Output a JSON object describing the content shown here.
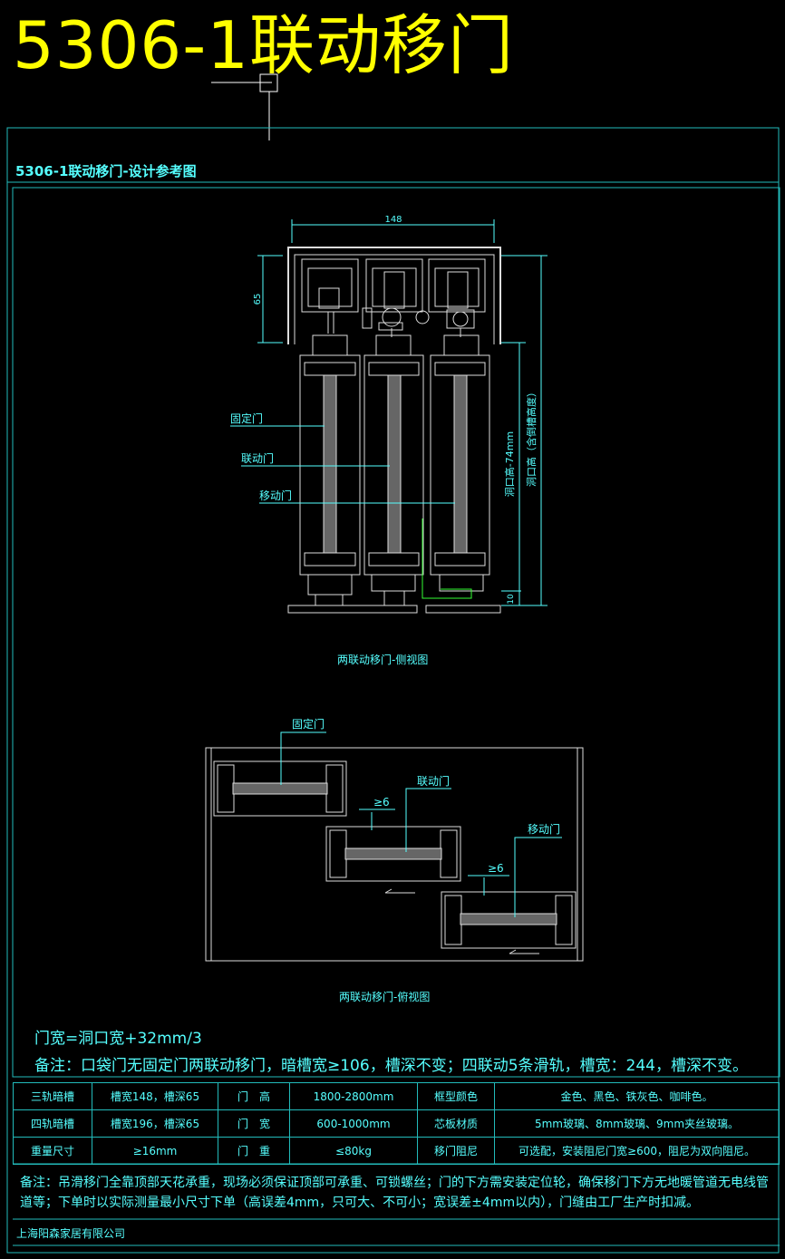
{
  "title": "5306-1联动移门",
  "subtitle": "5306-1联动移门-设计参考图",
  "side_view": {
    "caption": "两联动移门-侧视图",
    "dim_width": "148",
    "dim_65": "65",
    "dim_10": "10",
    "dim_opening_minus": "洞口高-74mm",
    "dim_opening": "洞口高（含倒槽高度）",
    "label_fixed": "固定门",
    "label_linked": "联动门",
    "label_moving": "移动门"
  },
  "top_view": {
    "caption": "两联动移门-俯视图",
    "label_fixed": "固定门",
    "label_linked": "联动门",
    "label_moving": "移动门",
    "gap1": "≥6",
    "gap2": "≥6"
  },
  "formula": "门宽=洞口宽+32mm/3",
  "note1": "备注：口袋门无固定门两联动移门，暗槽宽≥106，槽深不变；四联动5条滑轨，槽宽：244，槽深不变。",
  "spec_table": [
    [
      "三轨暗槽",
      "槽宽148，槽深65",
      "门　高",
      "1800-2800mm",
      "框型颜色",
      "金色、黑色、铁灰色、咖啡色。"
    ],
    [
      "四轨暗槽",
      "槽宽196，槽深65",
      "门　宽",
      "600-1000mm",
      "芯板材质",
      "5mm玻璃、8mm玻璃、9mm夹丝玻璃。"
    ],
    [
      "重量尺寸",
      "≥16mm",
      "门　重",
      "≤80kg",
      "移门阻尼",
      "可选配，安装阻尼门宽≥600，阻尼为双向阻尼。"
    ]
  ],
  "note2": "备注：吊滑移门全靠顶部天花承重，现场必须保证顶部可承重、可锁螺丝；门的下方需安装定位轮，确保移门下方无地暖管道无电线管道等；下单时以实际测量最小尺寸下单（高误差4mm，只可大、不可小；宽误差±4mm以内），门缝由工厂生产时扣减。",
  "company": "上海阳森家居有限公司",
  "colors": {
    "title": "#ffff00",
    "line": "#33cccc",
    "frame": "#dddddd",
    "accent": "#33ff33"
  }
}
